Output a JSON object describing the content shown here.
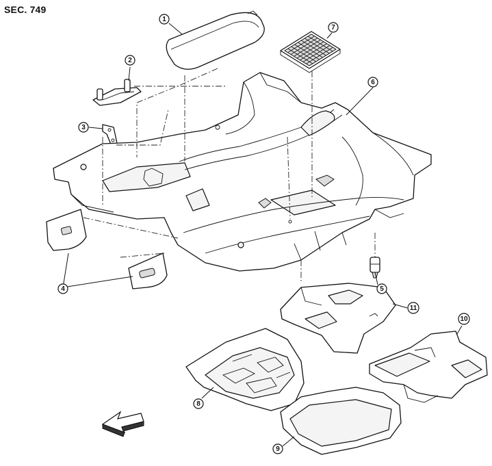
{
  "section_label": "SEC. 749",
  "callouts": [
    {
      "id": "1",
      "glyph": "①"
    },
    {
      "id": "2",
      "glyph": "②"
    },
    {
      "id": "3",
      "glyph": "③"
    },
    {
      "id": "4",
      "glyph": "④"
    },
    {
      "id": "5",
      "glyph": "⑤"
    },
    {
      "id": "6",
      "glyph": "⑥"
    },
    {
      "id": "7",
      "glyph": "⑦"
    },
    {
      "id": "8",
      "glyph": "⑧"
    },
    {
      "id": "9",
      "glyph": "⑨"
    },
    {
      "id": "10",
      "glyph": "⑩"
    },
    {
      "id": "11",
      "glyph": "⑪"
    }
  ],
  "front_arrow_icon": "front-direction-arrow-icon"
}
